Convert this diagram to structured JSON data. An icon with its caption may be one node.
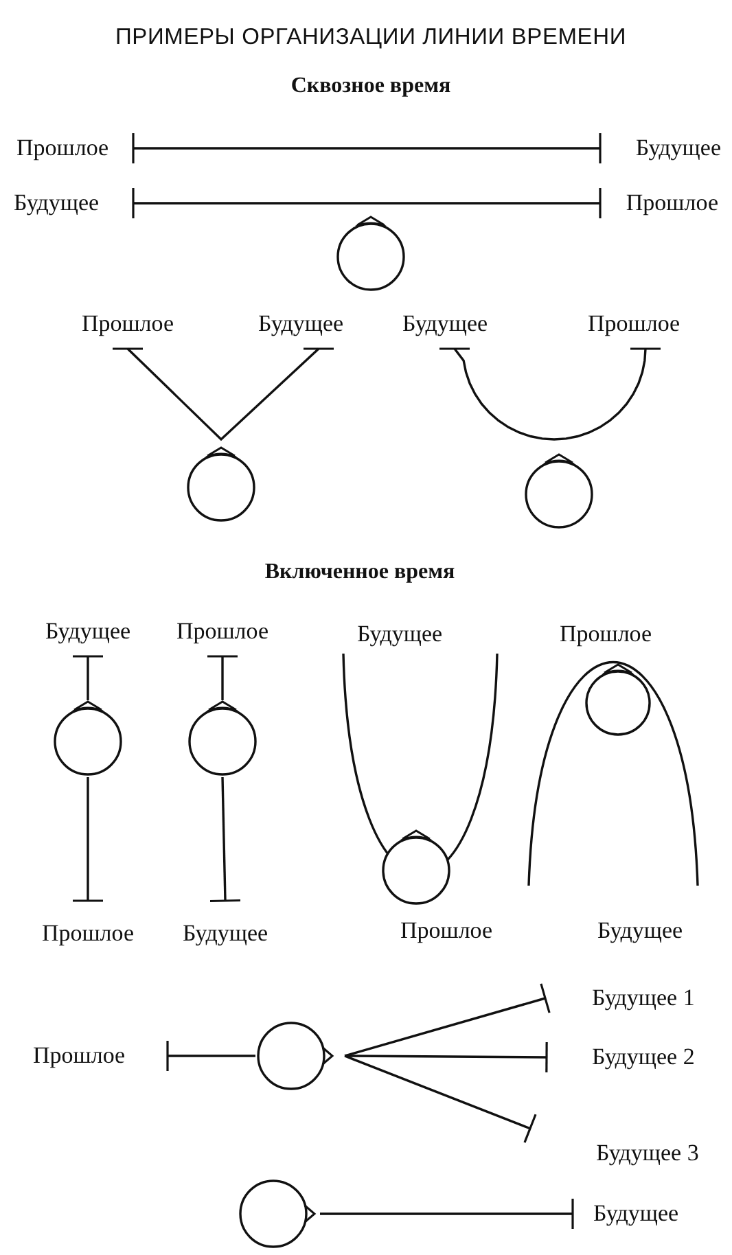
{
  "diagram": {
    "title": "ПРИМЕРЫ ОРГАНИЗАЦИИ ЛИНИИ ВРЕМЕНИ",
    "nodes": [
      {
        "text": [
          "Прошлое"
        ]
      },
      {
        "text": [
          "Будущее"
        ]
      },
      {
        "text": [
          "Будущее"
        ]
      },
      {
        "text": [
          "Прошлое"
        ]
      },
      {
        "text": [
          "Прошлое"
        ]
      },
      {
        "text": [
          "Будущее"
        ]
      },
      {
        "text": [
          "Будущее"
        ]
      },
      {
        "text": [
          "Прошлое"
        ]
      },
      {
        "text": [
          "Будущее"
        ]
      },
      {
        "text": [],
        "shape": "circle"
      },
      {
        "text": [
          "Прошлое"
        ]
      },
      {
        "text": [
          "Прошлое"
        ]
      },
      {
        "text": [],
        "shape": "circle"
      },
      {
        "text": [
          "Будущее"
        ]
      },
      {
        "text": [
          "Прошлое"
        ]
      },
      {
        "text": [],
        "shape": "circle"
      },
      {
        "text": [
          "Будущее 1"
        ]
      },
      {
        "text": [
          "Будущее 2"
        ]
      },
      {
        "text": [
          "Будущее 3"
        ]
      },
      {
        "text": [],
        "shape": "circle"
      },
      {
        "text": [
          "Будущее"
        ]
      }
    ],
    "edges": [
      {
        "from": 0,
        "to": 1,
        "arrow": "other"
      },
      {
        "from": 2,
        "to": 3,
        "arrow": "other"
      },
      {
        "from": 4,
        "to": 5,
        "arrow": "other"
      },
      {
        "from": 6,
        "to": 7,
        "arrow": "other"
      },
      {
        "from": 8,
        "to": 9,
        "arrow": "other"
      },
      {
        "from": 9,
        "to": 10,
        "arrow": "other"
      },
      {
        "from": 11,
        "to": 12,
        "arrow": "other"
      },
      {
        "from": 12,
        "to": 13,
        "arrow": "other"
      },
      {
        "from": 14,
        "to": 15,
        "arrow": "other"
      },
      {
        "from": 15,
        "to": 16,
        "arrow": "other"
      },
      {
        "from": 15,
        "to": 17,
        "arrow": "other"
      },
      {
        "from": 15,
        "to": 18,
        "arrow": "other"
      },
      {
        "from": 19,
        "to": 20,
        "arrow": "other"
      }
    ],
    "labels": [
      "Сквозное время",
      "Включенное время",
      "Будущее",
      "Прошлое",
      "Прошлое",
      "Будущее"
    ]
  }
}
